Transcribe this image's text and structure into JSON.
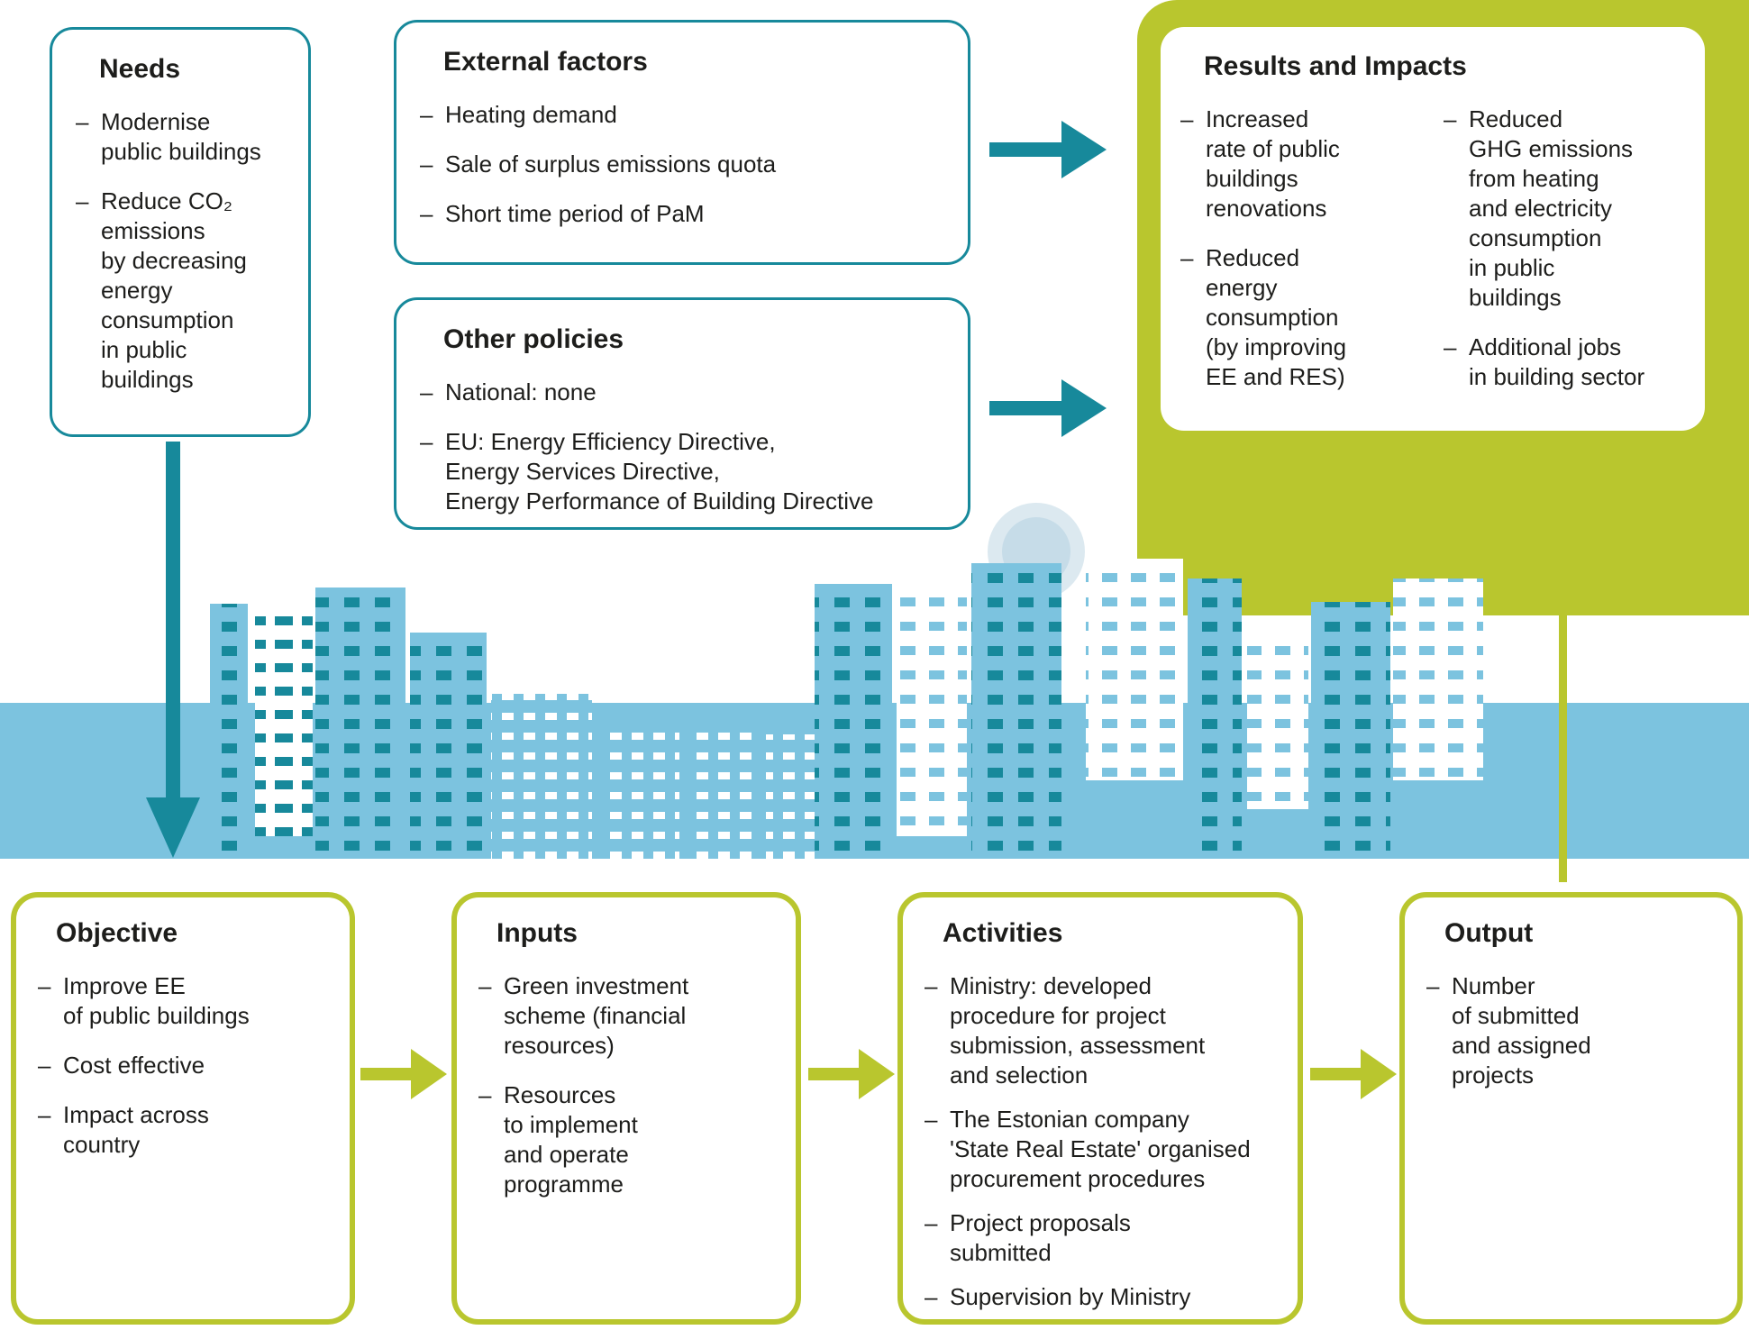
{
  "colors": {
    "teal": "#17899b",
    "lime": "#b9c62e",
    "light_blue": "#7cc3df",
    "text": "#1d1d1b",
    "white": "#ffffff"
  },
  "bullet_dash": "–",
  "boxes": {
    "needs": {
      "title": "Needs",
      "items": [
        "Modernise\npublic buildings",
        "Reduce CO₂\nemissions\nby decreasing\nenergy\nconsumption\nin public\nbuildings"
      ]
    },
    "external_factors": {
      "title": "External factors",
      "items": [
        "Heating demand",
        "Sale of surplus emissions quota",
        "Short time period of PaM"
      ]
    },
    "other_policies": {
      "title": "Other policies",
      "items": [
        "National: none",
        "EU: Energy Efficiency Directive,\nEnergy Services Directive,\nEnergy Performance of Building Directive"
      ]
    },
    "results": {
      "title": "Results and Impacts",
      "col1": [
        "Increased\nrate of public\nbuildings\nrenovations",
        "Reduced\nenergy\nconsumption\n(by improving\nEE and RES)"
      ],
      "col2": [
        "Reduced\nGHG emissions\nfrom heating\nand electricity\nconsumption\nin public\nbuildings",
        "Additional jobs\nin building sector"
      ]
    },
    "objective": {
      "title": "Objective",
      "items": [
        "Improve EE\nof public buildings",
        "Cost effective",
        "Impact across\ncountry"
      ]
    },
    "inputs": {
      "title": "Inputs",
      "items": [
        "Green investment\nscheme (financial\nresources)",
        "Resources\nto implement\nand operate\nprogramme"
      ]
    },
    "activities": {
      "title": "Activities",
      "items": [
        "Ministry: developed\nprocedure for project\nsubmission, assessment\nand selection",
        "The Estonian company\n'State Real Estate' organised\nprocurement procedures",
        "Project proposals\nsubmitted",
        "Supervision by Ministry"
      ]
    },
    "output": {
      "title": "Output",
      "items": [
        "Number\nof submitted\nand assigned\nprojects"
      ]
    }
  }
}
